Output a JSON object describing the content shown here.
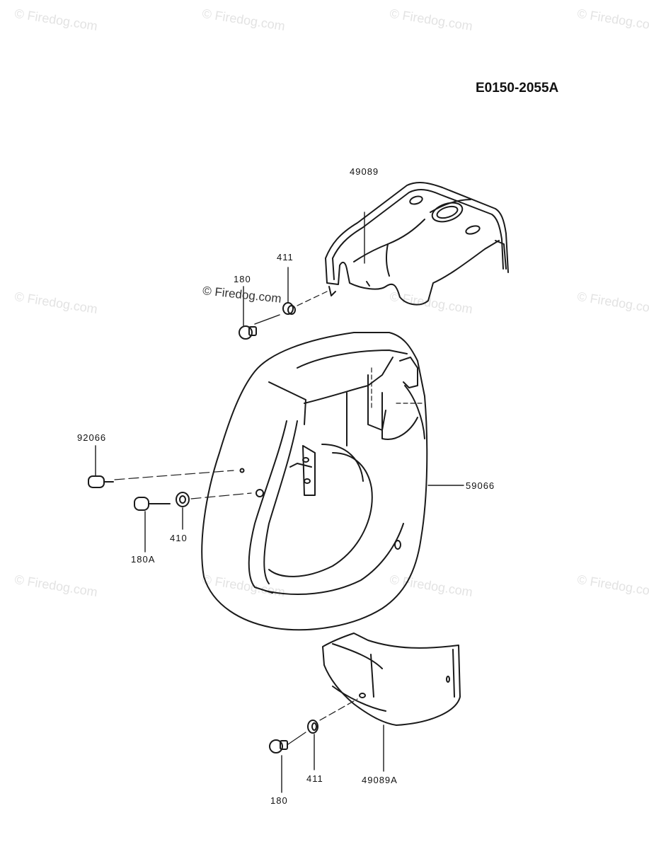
{
  "diagram_code": "E0150-2055A",
  "watermark": "© Firedog.com",
  "parts": {
    "p49089": "49089",
    "p411_top": "411",
    "p180_top": "180",
    "p92066": "92066",
    "p59066": "59066",
    "p180A": "180A",
    "p410": "410",
    "p411_bottom": "411",
    "p49089A": "49089A",
    "p180_bottom": "180"
  }
}
